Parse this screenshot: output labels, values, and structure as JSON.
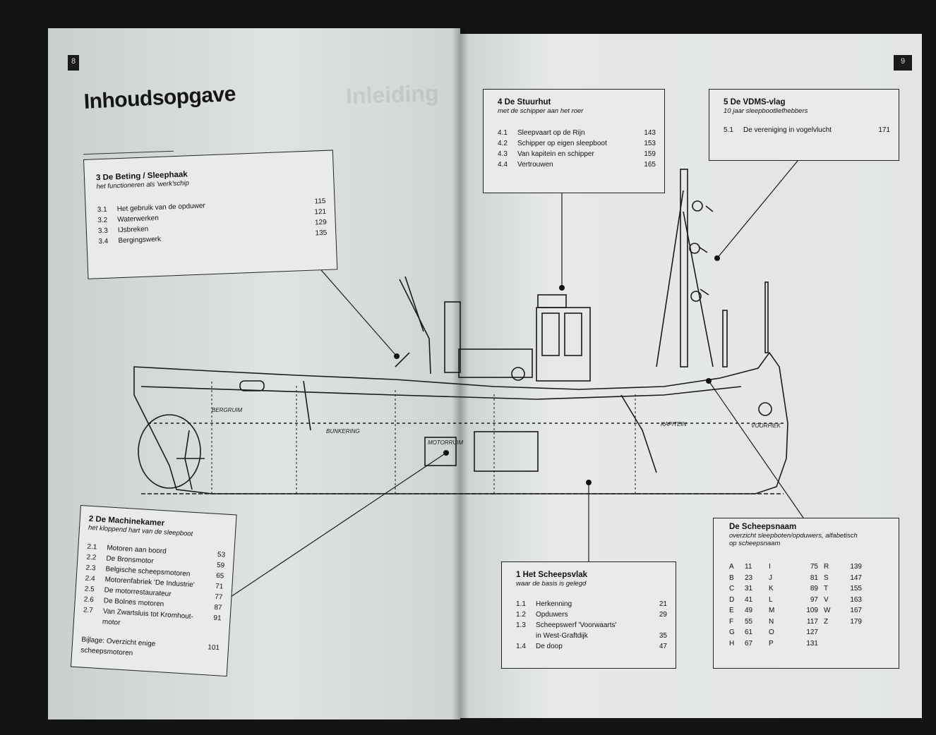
{
  "left_page": {
    "page_tab": "8",
    "heading": "Inhoudsopgave",
    "ghost_heading": "Inleiding"
  },
  "right_page": {
    "page_tab": "9"
  },
  "sections": {
    "beting": {
      "title": "3 De Beting / Sleephaak",
      "subtitle": "het functioneren als 'werk'schip",
      "items": [
        {
          "num": "3.1",
          "label": "Het gebruik van de opduwer",
          "page": "115"
        },
        {
          "num": "3.2",
          "label": "Waterwerken",
          "page": "121"
        },
        {
          "num": "3.3",
          "label": "IJsbreken",
          "page": "129"
        },
        {
          "num": "3.4",
          "label": "Bergingswerk",
          "page": "135"
        }
      ]
    },
    "machinekamer": {
      "title": "2 De Machinekamer",
      "subtitle": "het kloppend hart van de sleepboot",
      "items": [
        {
          "num": "2.1",
          "label": "Motoren aan boord",
          "page": "53"
        },
        {
          "num": "2.2",
          "label": "De Bronsmotor",
          "page": "59"
        },
        {
          "num": "2.3",
          "label": "Belgische scheepsmotoren",
          "page": "65"
        },
        {
          "num": "2.4",
          "label": "Motorenfabriek 'De Industrie'",
          "page": "71"
        },
        {
          "num": "2.5",
          "label": "De motorrestaurateur",
          "page": "77"
        },
        {
          "num": "2.6",
          "label": "De Bolnes motoren",
          "page": "87"
        },
        {
          "num": "2.7",
          "label": "Van Zwartsluis tot Kromhout-motor",
          "page": "91"
        }
      ],
      "bijlage": {
        "label": "Bijlage: Overzicht enige scheepsmotoren",
        "page": "101"
      }
    },
    "stuurhut": {
      "title": "4 De Stuurhut",
      "subtitle": "met de schipper aan het roer",
      "items": [
        {
          "num": "4.1",
          "label": "Sleepvaart op de Rijn",
          "page": "143"
        },
        {
          "num": "4.2",
          "label": "Schipper op eigen sleepboot",
          "page": "153"
        },
        {
          "num": "4.3",
          "label": "Van kapitein en schipper",
          "page": "159"
        },
        {
          "num": "4.4",
          "label": "Vertrouwen",
          "page": "165"
        }
      ]
    },
    "vdms": {
      "title": "5 De VDMS-vlag",
      "subtitle": "10 jaar sleepbootliefhebbers",
      "items": [
        {
          "num": "5.1",
          "label": "De vereniging in vogelvlucht",
          "page": "171"
        }
      ]
    },
    "scheepsvlak": {
      "title": "1 Het Scheepsvlak",
      "subtitle": "waar de basis is gelegd",
      "items": [
        {
          "num": "1.1",
          "label": "Herkenning",
          "page": "21"
        },
        {
          "num": "1.2",
          "label": "Opduwers",
          "page": "29"
        },
        {
          "num": "1.3",
          "label": "Scheepswerf 'Voorwaarts'",
          "page": ""
        },
        {
          "num": "",
          "label": "in West-Graftdijk",
          "page": "35"
        },
        {
          "num": "1.4",
          "label": "De doop",
          "page": "47"
        }
      ]
    },
    "scheepsnaam": {
      "title": "De Scheepsnaam",
      "subtitle": "overzicht sleepboten/opduwers, alfabetisch op scheepsnaam",
      "columns": [
        [
          [
            "A",
            "11"
          ],
          [
            "B",
            "23"
          ],
          [
            "C",
            "31"
          ],
          [
            "D",
            "41"
          ],
          [
            "E",
            "49"
          ],
          [
            "F",
            "55"
          ],
          [
            "G",
            "61"
          ],
          [
            "H",
            "67"
          ]
        ],
        [
          [
            "I",
            "75"
          ],
          [
            "J",
            "81"
          ],
          [
            "K",
            "89"
          ],
          [
            "L",
            "97"
          ],
          [
            "M",
            "109"
          ],
          [
            "N",
            "117"
          ],
          [
            "O",
            "127"
          ],
          [
            "P",
            "131"
          ]
        ],
        [
          [
            "R",
            "139"
          ],
          [
            "S",
            "147"
          ],
          [
            "T",
            "155"
          ],
          [
            "V",
            "163"
          ],
          [
            "W",
            "167"
          ],
          [
            "Z",
            "179"
          ]
        ]
      ]
    }
  },
  "drawing_labels": {
    "left_hold": "BERGRUIM",
    "bunker": "BUNKERING",
    "motor": "MOTORRUIM",
    "kapitein": "KAPITEIN",
    "forecastle": "VOORPIEK"
  },
  "colors": {
    "paper": "#e2e5e4",
    "ink": "#111111",
    "background": "#141414"
  }
}
